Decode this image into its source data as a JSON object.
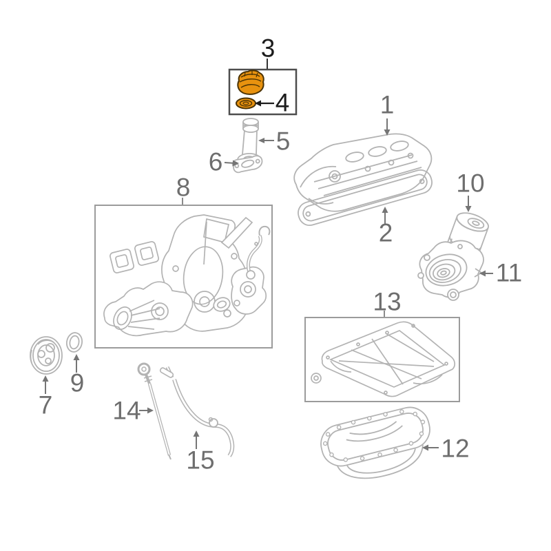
{
  "diagram": {
    "type": "parts-exploded-diagram",
    "highlighted_parts": [
      "3",
      "4"
    ]
  },
  "labels": {
    "n1": "1",
    "n2": "2",
    "n3": "3",
    "n4": "4",
    "n5": "5",
    "n6": "6",
    "n7": "7",
    "n8": "8",
    "n9": "9",
    "n10": "10",
    "n11": "11",
    "n12": "12",
    "n13": "13",
    "n14": "14",
    "n15": "15"
  },
  "colors": {
    "background": "#ffffff",
    "line_gray": "#b3b3b3",
    "box_border_gray": "#9b9b9b",
    "highlight_box_border": "#4d4d4d",
    "label_gray": "#6e6e6e",
    "label_black": "#1c1c1c",
    "arrow_gray": "#757575",
    "highlight_fill": "#e8920f",
    "highlight_outline": "#4b3305"
  }
}
